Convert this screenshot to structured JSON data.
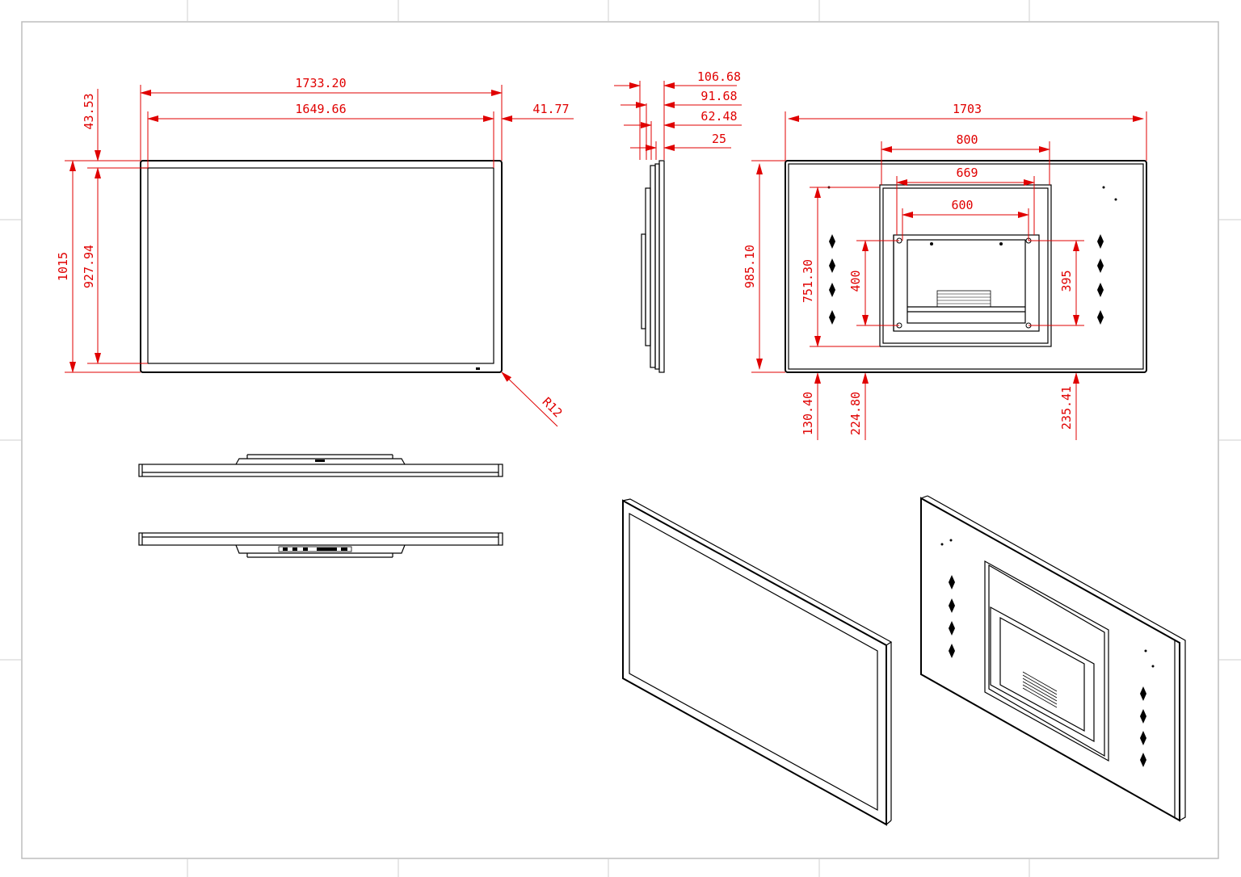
{
  "dimensions": {
    "front_width": "1733.20",
    "front_screen_width": "1649.66",
    "front_top_margin": "43.53",
    "front_right_margin": "41.77",
    "front_height": "1015",
    "front_screen_height": "927.94",
    "corner_radius": "R12",
    "side_106": "106.68",
    "side_91": "91.68",
    "side_62": "62.48",
    "side_25": "25",
    "back_width": "1703",
    "back_800": "800",
    "back_669": "669",
    "back_600": "600",
    "back_height": "985.10",
    "back_751": "751.30",
    "back_400": "400",
    "back_395": "395",
    "back_130": "130.40",
    "back_224": "224.80",
    "back_235": "235.41"
  },
  "colors": {
    "dimension": "#e00000",
    "outline": "#000000",
    "grid": "#cfcfcf"
  }
}
